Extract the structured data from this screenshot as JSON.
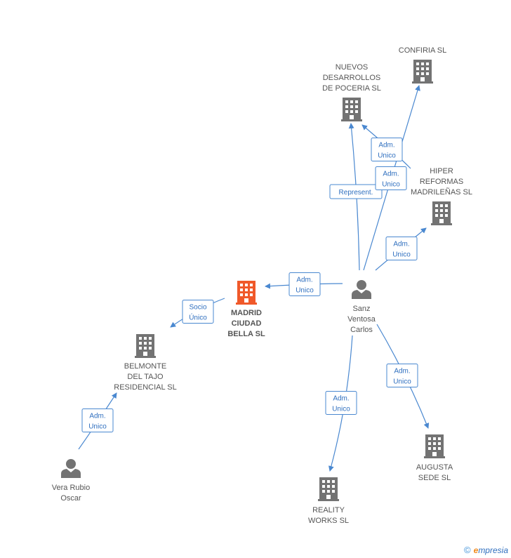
{
  "colors": {
    "edge": "#4a88d0",
    "company": "#737373",
    "company_main": "#f0592a",
    "person": "#737373"
  },
  "nodes": {
    "madrid": {
      "label": [
        "MADRID",
        "CIUDAD",
        "BELLA SL"
      ],
      "type": "company",
      "main": true
    },
    "sanz": {
      "label": [
        "Sanz",
        "Ventosa",
        "Carlos"
      ],
      "type": "person"
    },
    "belmonte": {
      "label": [
        "BELMONTE",
        "DEL TAJO",
        "RESIDENCIAL SL"
      ],
      "type": "company"
    },
    "vera": {
      "label": [
        "Vera Rubio",
        "Oscar"
      ],
      "type": "person"
    },
    "nuevos": {
      "label": [
        "NUEVOS",
        "DESARROLLOS",
        "DE POCERIA SL"
      ],
      "type": "company"
    },
    "confiria": {
      "label": [
        "CONFIRIA  SL"
      ],
      "type": "company"
    },
    "hiper": {
      "label": [
        "HIPER",
        "REFORMAS",
        "MADRILEÑAS SL"
      ],
      "type": "company"
    },
    "augusta": {
      "label": [
        "AUGUSTA",
        "SEDE SL"
      ],
      "type": "company"
    },
    "reality": {
      "label": [
        "REALITY",
        "WORKS  SL"
      ],
      "type": "company"
    }
  },
  "edges": [
    {
      "from": "sanz",
      "to": "madrid",
      "label": [
        "Adm.",
        "Unico"
      ]
    },
    {
      "from": "madrid",
      "to": "belmonte",
      "label": [
        "Socio",
        "Único"
      ]
    },
    {
      "from": "vera",
      "to": "belmonte",
      "label": [
        "Adm.",
        "Unico"
      ]
    },
    {
      "from": "sanz",
      "to": "nuevos",
      "label": [
        "Represent."
      ]
    },
    {
      "from": "hiper",
      "to": "nuevos",
      "label": [
        "Adm.",
        "Unico"
      ]
    },
    {
      "from": "sanz",
      "to": "confiria",
      "label": [
        "Adm.",
        "Unico"
      ]
    },
    {
      "from": "sanz",
      "to": "hiper",
      "label": [
        "Adm.",
        "Unico"
      ]
    },
    {
      "from": "sanz",
      "to": "augusta",
      "label": [
        "Adm.",
        "Unico"
      ]
    },
    {
      "from": "sanz",
      "to": "reality",
      "label": [
        "Adm.",
        "Unico"
      ]
    }
  ],
  "footer": {
    "copyright": "©",
    "brand_first": "e",
    "brand_rest": "mpresia"
  }
}
